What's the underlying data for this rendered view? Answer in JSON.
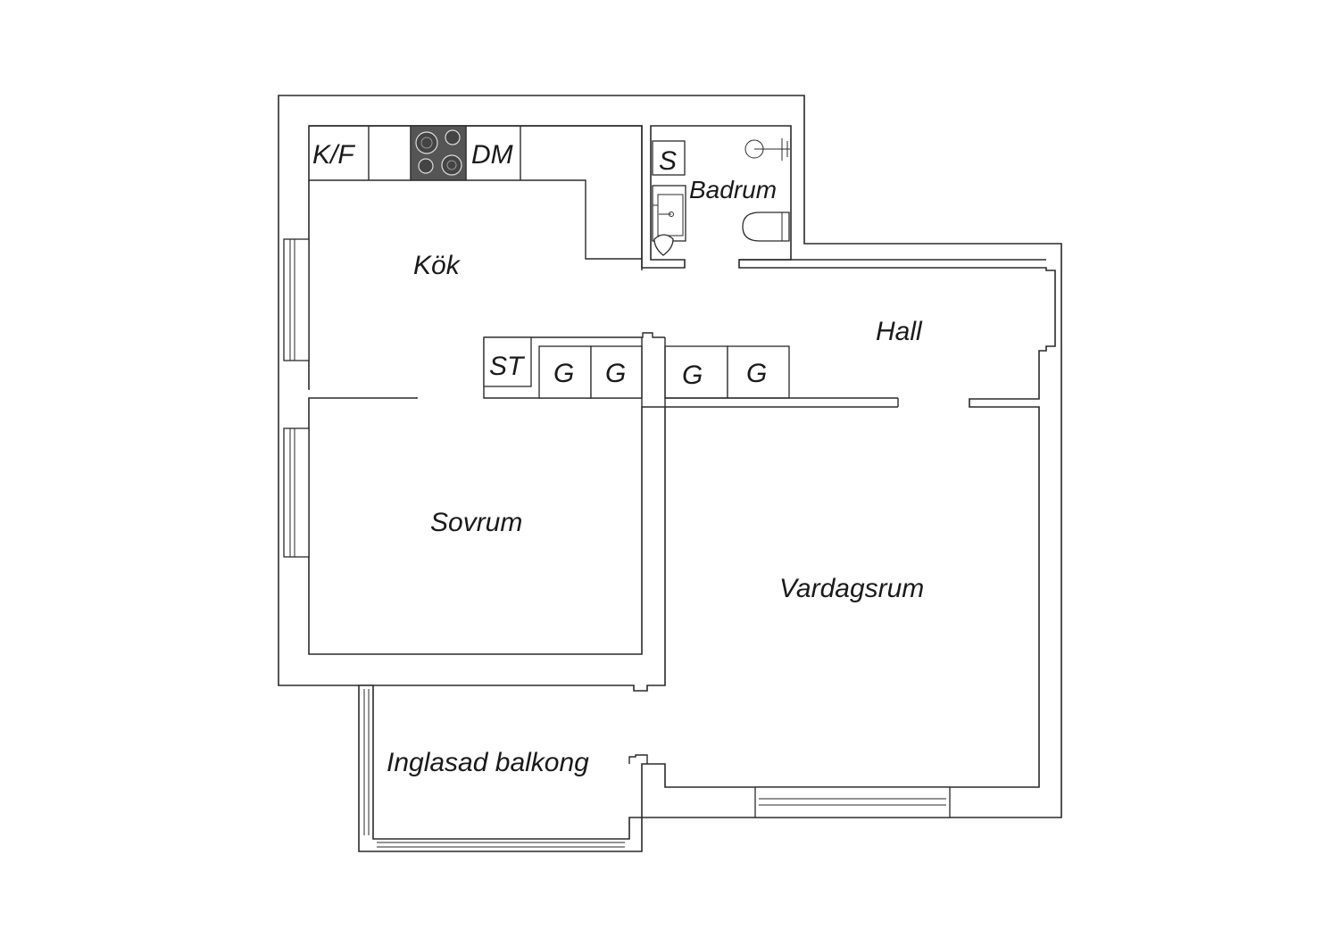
{
  "rooms": {
    "kitchen": "Kök",
    "bathroom": "Badrum",
    "hall": "Hall",
    "bedroom": "Sovrum",
    "living_room": "Vardagsrum",
    "balcony": "Inglasad balkong"
  },
  "fixtures": {
    "fridge_freezer": "K/F",
    "dishwasher": "DM",
    "shower": "S",
    "closet": "ST",
    "wardrobes": [
      "G",
      "G",
      "G",
      "G"
    ]
  },
  "colors": {
    "line": "#2a2a2a",
    "stove": "#555555",
    "background": "#ffffff"
  }
}
